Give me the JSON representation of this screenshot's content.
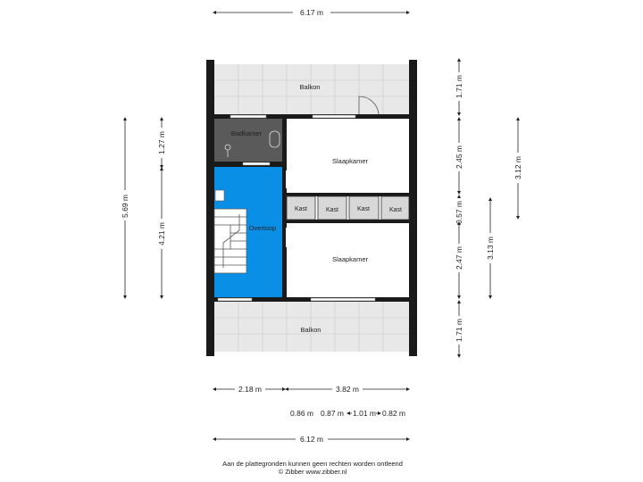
{
  "dimensions": {
    "top_width": "6.17 m",
    "bottom_width": "6.12 m",
    "left_width": "2.18 m",
    "right_width": "3.82 m",
    "kast_width_1": "0.86 m",
    "kast_width_2": "0.87 m",
    "kast_width_3": "1.01 m",
    "kast_width_4": "0.82 m",
    "left_total_height": "5.69 m",
    "left_badkamer_height": "1.27 m",
    "left_overloop_height": "4.21 m",
    "right_balkon_top_height": "1.71 m",
    "right_slaapkamer_top_height": "2.45 m",
    "right_kast_height": "0.57 m",
    "right_slaapkamer_bottom_height": "2.47 m",
    "right_balkon_bottom_height": "1.71 m",
    "far_right_top": "3.12 m",
    "far_right_bottom": "3.13 m"
  },
  "rooms": {
    "balkon_top": "Balkon",
    "badkamer": "Badkamer",
    "slaapkamer_top": "Slaapkamer",
    "kast_1": "Kast",
    "kast_2": "Kast",
    "kast_3": "Kast",
    "kast_4": "Kast",
    "overloop": "Overloop",
    "slaapkamer_bottom": "Slaapkamer",
    "balkon_bottom": "Balkon"
  },
  "footer": {
    "line1": "Aan de plattegronden kunnen geen rechten worden ontleend",
    "line2": "© Zibber www.zibber.nl"
  },
  "colors": {
    "overloop": "#0a8fe6",
    "badkamer": "#5a5a5a",
    "balkon": "#e8e8e8",
    "kast": "#d8d8d8",
    "wall": "#1a1a1a"
  }
}
